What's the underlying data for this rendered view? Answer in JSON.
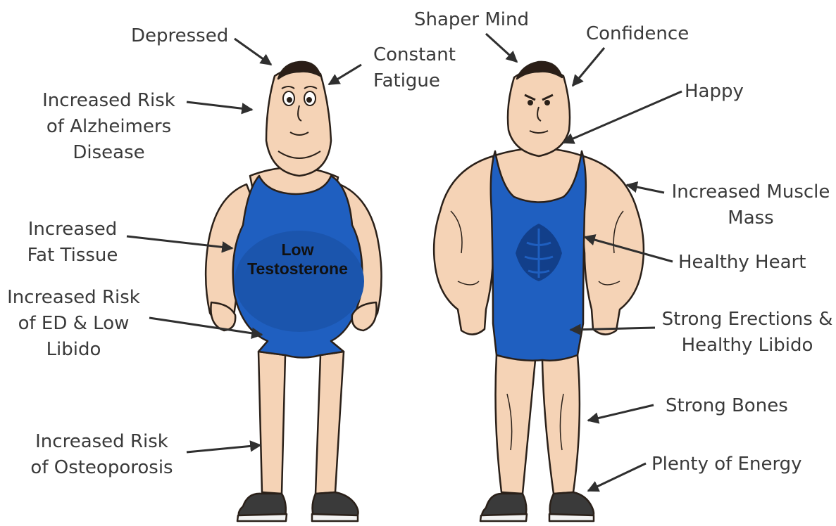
{
  "belly_text": [
    "Low",
    "Testosterone"
  ],
  "labels": {
    "depressed": [
      "Depressed"
    ],
    "constant_fatigue": [
      "Constant",
      "Fatigue"
    ],
    "alzheimers": [
      "Increased Risk",
      "of Alzheimers",
      "Disease"
    ],
    "fat_tissue": [
      "Increased",
      "Fat Tissue"
    ],
    "ed_libido": [
      "Increased Risk",
      "of ED & Low",
      "Libido"
    ],
    "osteoporosis": [
      "Increased Risk",
      "of Osteoporosis"
    ],
    "shaper_mind": [
      "Shaper Mind"
    ],
    "confidence": [
      "Confidence"
    ],
    "happy": [
      "Happy"
    ],
    "muscle_mass": [
      "Increased Muscle",
      "Mass"
    ],
    "healthy_heart": [
      "Healthy Heart"
    ],
    "erections_libido": [
      "Strong Erections &",
      "Healthy Libido"
    ],
    "strong_bones": [
      "Strong Bones"
    ],
    "plenty_energy": [
      "Plenty of Energy"
    ]
  },
  "colors": {
    "text": "#3a3a3a",
    "skin": "#f5d3b6",
    "skin_shadow": "#e0ac8c",
    "outfit": "#1f5fc0",
    "outfit_dark": "#123f8a",
    "hair": "#2b1e17",
    "outline": "#2a2019",
    "arrow": "#2f2f2f"
  }
}
